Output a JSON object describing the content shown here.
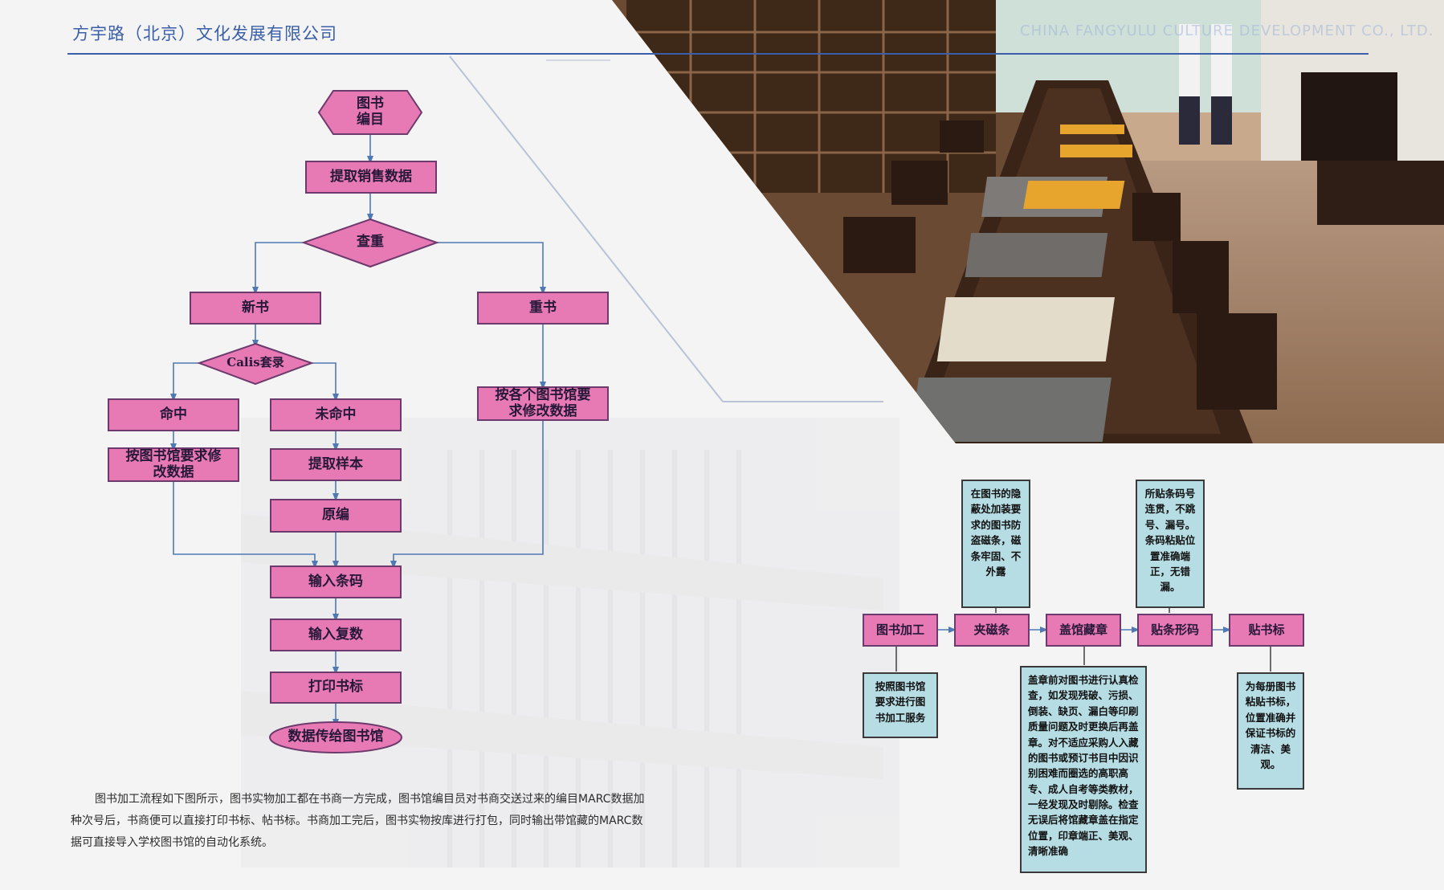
{
  "header": {
    "title": "方宇路（北京）文化发展有限公司",
    "english": "CHINA FANGYULU CULTURE DEVELOPMENT CO., LTD."
  },
  "flowchart": {
    "start": "图书\n编目",
    "extract_sales": "提取销售数据",
    "dedupe": "查重",
    "new_book": "新书",
    "duplicate_book": "重书",
    "calis": "Calis套录",
    "hit": "命中",
    "miss": "未命中",
    "modify_by_library": "按图书馆要求修\n改数据",
    "modify_per_library": "按各个图书馆要\n求修改数据",
    "extract_sample": "提取样本",
    "original_catalog": "原编",
    "input_barcode": "输入条码",
    "input_copies": "输入复数",
    "print_label": "打印书标",
    "transmit": "数据传给图书馆"
  },
  "paragraph": "图书加工流程如下图所示，图书实物加工都在书商一方完成，图书馆编目员对书商交送过来的编目MARC数据加种次号后，书商便可以直接打印书标、帖书标。书商加工完后，图书实物按库进行打包，同时输出带馆藏的MARC数据可直接导入学校图书馆的自动化系统。",
  "process": {
    "steps": [
      "图书加工",
      "夹磁条",
      "盖馆藏章",
      "贴条形码",
      "贴书标"
    ],
    "note_magnetic": "在图书的隐蔽处加装要求的图书防盗磁条，磁条牢固、不外露",
    "note_barcode": "所贴条码号连贯，不跳号、漏号。条码粘贴位置准确端正，无错漏。",
    "note_processing": "按照图书馆要求进行图书加工服务",
    "note_stamp": "盖章前对图书进行认真检查，如发现残破、污损、倒装、缺页、漏白等印刷质量问题及时更换后再盖章。对不适应采购人入藏的图书或预订书目中因识别困难而圈选的高职高专、成人自考等类教材，一经发现及时剔除。检查无误后将馆藏章盖在指定位置，印章端正、美观、清晰准确",
    "note_label": "为每册图书粘贴书标，位置准确并保证书标的清洁、美观。"
  },
  "colors": {
    "node_fill": "#e77ab4",
    "note_fill": "#b7dde4",
    "accent": "#3a5ea8"
  }
}
